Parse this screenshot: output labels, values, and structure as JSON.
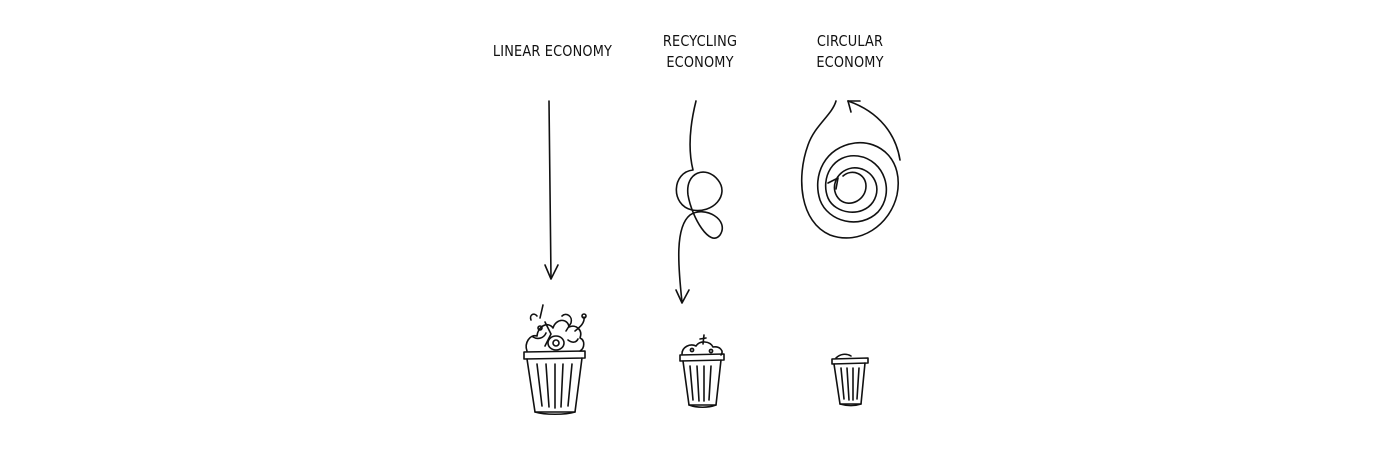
{
  "columns": [
    {
      "id": "linear",
      "title_lines": [
        "LINEAR ECONOMY"
      ],
      "arrow_icon": "straight-arrow",
      "bin_icon": "overflowing-trash-bin"
    },
    {
      "id": "recycling",
      "title_lines": [
        "RECYCLING",
        "ECONOMY"
      ],
      "arrow_icon": "looped-arrow",
      "bin_icon": "half-full-trash-bin"
    },
    {
      "id": "circular",
      "title_lines": [
        "CIRCULAR",
        "ECONOMY"
      ],
      "arrow_icon": "circular-spiral-arrow",
      "bin_icon": "nearly-empty-trash-bin"
    }
  ],
  "colors": {
    "ink": "#111111",
    "background": "#ffffff"
  }
}
